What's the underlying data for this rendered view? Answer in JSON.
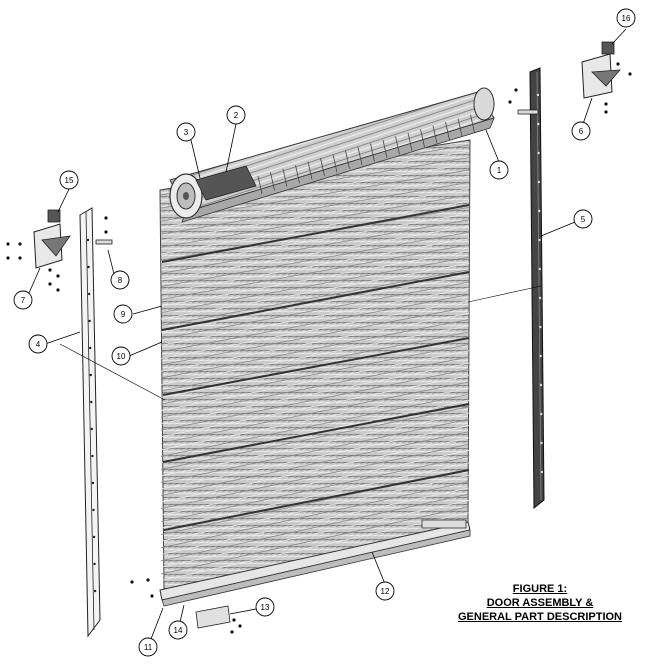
{
  "figure": {
    "caption_line1": "FIGURE 1:",
    "caption_line2": "DOOR ASSEMBLY &",
    "caption_line3": "GENERAL PART DESCRIPTION"
  },
  "callouts": [
    {
      "id": "1",
      "label": "1"
    },
    {
      "id": "2",
      "label": "2"
    },
    {
      "id": "3",
      "label": "3"
    },
    {
      "id": "4",
      "label": "4"
    },
    {
      "id": "5",
      "label": "5"
    },
    {
      "id": "6",
      "label": "6"
    },
    {
      "id": "7",
      "label": "7"
    },
    {
      "id": "8",
      "label": "8"
    },
    {
      "id": "9",
      "label": "9"
    },
    {
      "id": "10",
      "label": "10"
    },
    {
      "id": "11",
      "label": "11"
    },
    {
      "id": "12",
      "label": "12"
    },
    {
      "id": "13",
      "label": "13"
    },
    {
      "id": "14",
      "label": "14"
    },
    {
      "id": "15",
      "label": "15"
    },
    {
      "id": "16",
      "label": "16"
    }
  ]
}
